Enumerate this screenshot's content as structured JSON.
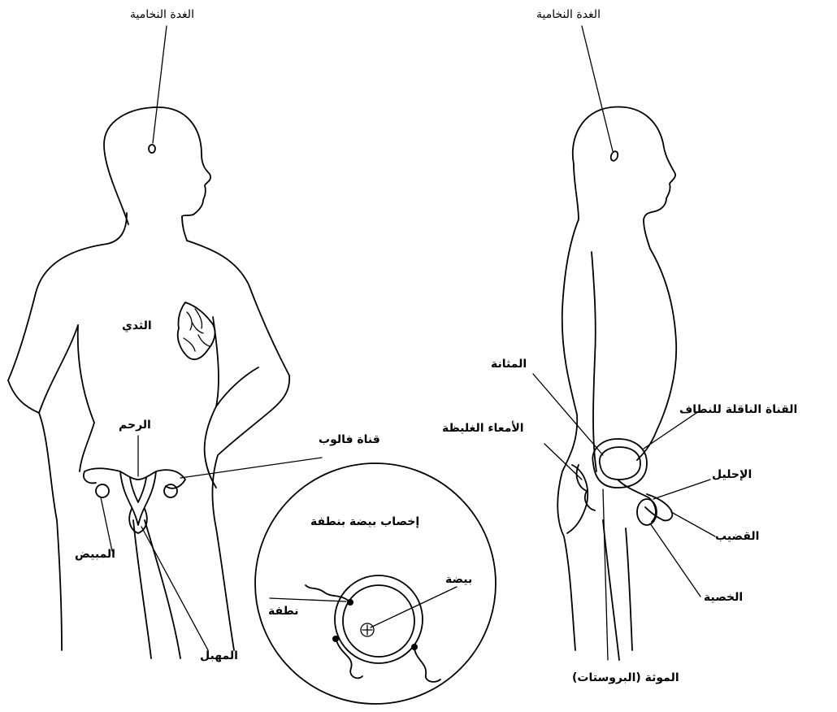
{
  "female": {
    "pituitary": "الغدة النخامية",
    "breast": "الثدي",
    "uterus": "الرحم",
    "fallopian_tube": "قناة فالوب",
    "ovary": "المبيض",
    "vagina": "المهبل"
  },
  "fertilization": {
    "title": "إخصاب بيضة بنطفة",
    "egg": "بيضة",
    "sperm": "نطفة"
  },
  "male": {
    "pituitary": "الغدة النخامية",
    "bladder": "المثانة",
    "vas_deferens": "القناة الناقلة للنطاف",
    "large_intestine": "الأمعاء الغليظة",
    "urethra": "الإحليل",
    "penis": "القضيب",
    "testis": "الخصية",
    "prostate": "الموثة (البروستات)"
  }
}
